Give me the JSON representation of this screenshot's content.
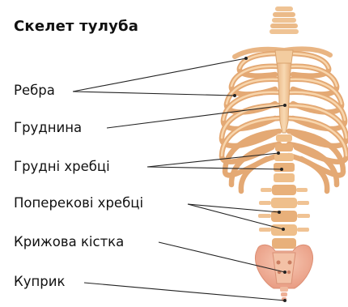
{
  "title": "Скелет тулуба",
  "labels": {
    "ribs": "Ребра",
    "sternum": "Груднина",
    "thoracic_vertebrae": "Грудні хребці",
    "lumbar_vertebrae": "Поперекові хребці",
    "sacrum": "Крижова кістка",
    "coccyx": "Куприк"
  },
  "colors": {
    "bone": "#f2c99a",
    "bone_dark": "#d9a36e",
    "pelvis": "#f0b29a",
    "spine": "#e8b07a",
    "leader_line": "#222222"
  }
}
